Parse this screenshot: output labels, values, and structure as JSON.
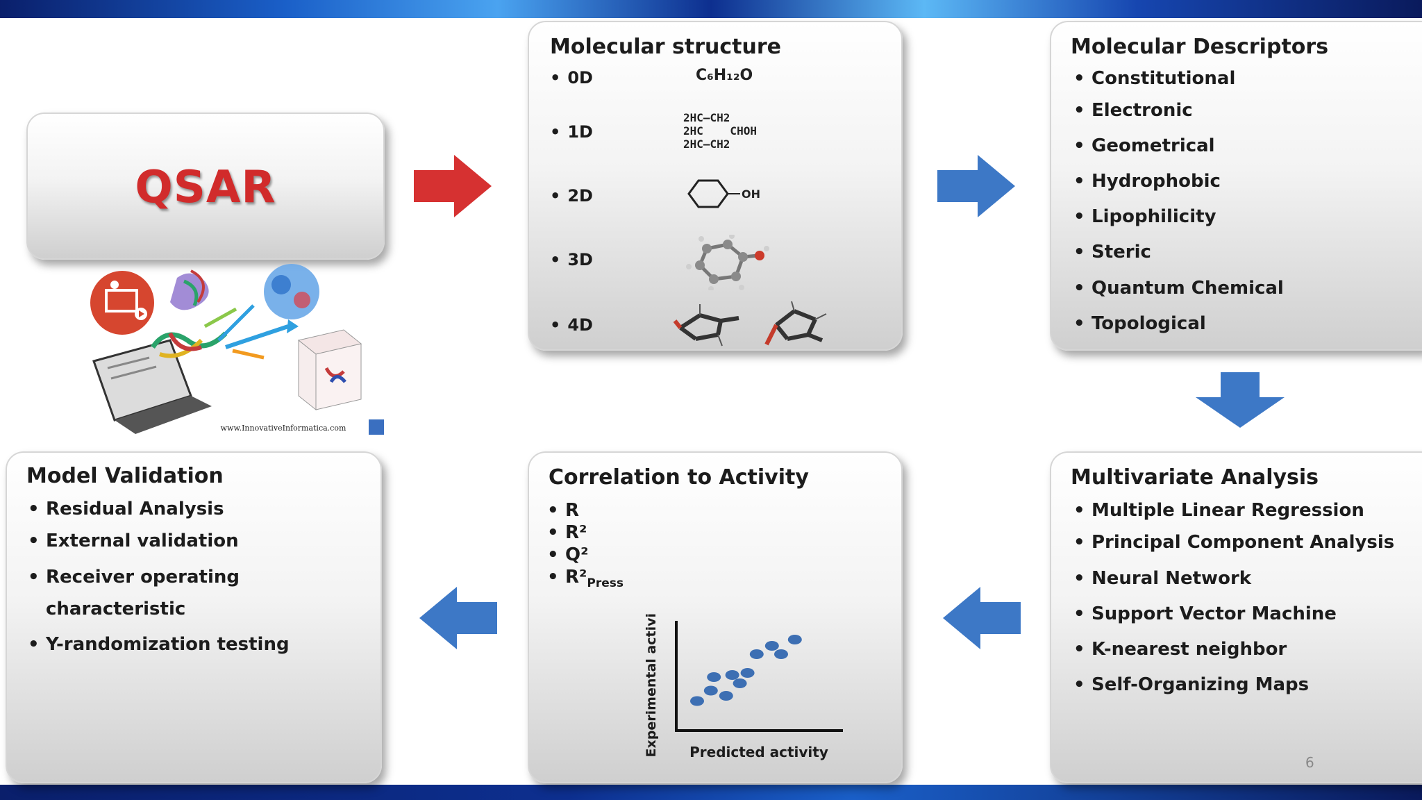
{
  "qsar": {
    "label": "QSAR",
    "credit": "www.InnovativeInformatica.com"
  },
  "molecular_structure": {
    "title": "Molecular structure",
    "rows": [
      {
        "label": "0D",
        "formula": "C₆H₁₂O"
      },
      {
        "label": "1D",
        "formula": "2HC—CH2\n2HC    CHOH\n2HC—CH2"
      },
      {
        "label": "2D",
        "oh": "OH"
      },
      {
        "label": "3D"
      },
      {
        "label": "4D"
      }
    ]
  },
  "molecular_descriptors": {
    "title": "Molecular Descriptors",
    "items": [
      "Constitutional",
      "Electronic",
      "Geometrical",
      "Hydrophobic",
      "Lipophilicity",
      "Steric",
      "Quantum Chemical",
      "Topological"
    ]
  },
  "multivariate_analysis": {
    "title": "Multivariate Analysis",
    "items": [
      "Multiple Linear Regression",
      "Principal Component Analysis",
      "Neural Network",
      "Support Vector Machine",
      "K-nearest neighbor",
      "Self-Organizing Maps"
    ]
  },
  "correlation": {
    "title": "Correlation to Activity",
    "items": [
      "R",
      "R²",
      "Q²"
    ],
    "press_base": "R²",
    "press_sub": "Press"
  },
  "model_validation": {
    "title": "Model Validation",
    "items": [
      "Residual Analysis",
      "External validation",
      "Receiver operating",
      "characteristic",
      "Y-randomization testing"
    ]
  },
  "chart_data": {
    "type": "scatter",
    "xlabel": "Predicted activity",
    "ylabel": "Experimental activity",
    "xlim": [
      0,
      10
    ],
    "ylim": [
      0,
      10
    ],
    "x": [
      1.0,
      1.9,
      2.9,
      2.1,
      3.3,
      3.8,
      4.3,
      4.9,
      6.5,
      7.4,
      5.9
    ],
    "y": [
      2.3,
      3.3,
      2.8,
      4.6,
      4.8,
      4.0,
      5.0,
      6.8,
      6.8,
      8.2,
      7.6
    ]
  },
  "colors": {
    "red_arrow": "#d63131",
    "blue_arrow": "#3d78c6",
    "dot": "#3d6fb3",
    "qsar": "#d12b2b"
  },
  "page_number": "6"
}
